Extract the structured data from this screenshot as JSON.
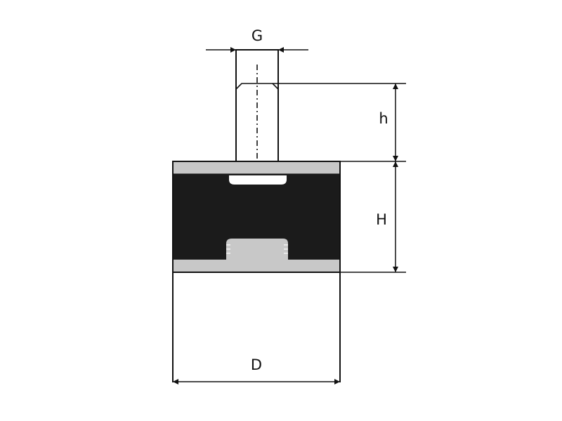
{
  "diagram": {
    "type": "technical-drawing",
    "subject": "rubber-metal anti-vibration mount (male/female)",
    "colors": {
      "background": "#ffffff",
      "line": "#111111",
      "rubber": "#1b1b1b",
      "metal_plate": "#c8c8c8"
    },
    "dimensions": {
      "G": {
        "label": "G",
        "meaning": "bolt thread diameter"
      },
      "h": {
        "label": "h",
        "meaning": "bolt length"
      },
      "H": {
        "label": "H",
        "meaning": "body height"
      },
      "D": {
        "label": "D",
        "meaning": "body diameter"
      }
    }
  }
}
